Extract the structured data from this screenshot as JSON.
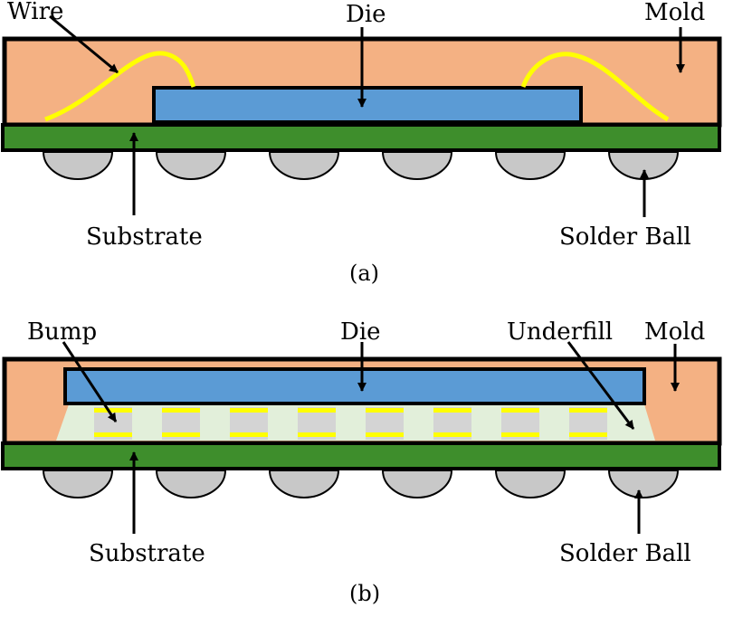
{
  "figure_a": {
    "labels": {
      "wire": "Wire",
      "die": "Die",
      "mold": "Mold",
      "substrate": "Substrate",
      "solder_ball": "Solder Ball"
    },
    "caption": "(a)"
  },
  "figure_b": {
    "labels": {
      "bump": "Bump",
      "die": "Die",
      "underfill": "Underfill",
      "mold": "Mold",
      "substrate": "Substrate",
      "solder_ball": "Solder Ball"
    },
    "caption": "(b)"
  },
  "colors": {
    "mold": "#f4b183",
    "die": "#5b9bd5",
    "substrate": "#3e8e2c",
    "solder_ball": "#c8c8c8",
    "wire": "#ffff00",
    "bump": "#ffff00",
    "underfill": "#e2efda",
    "outline": "#000000"
  }
}
